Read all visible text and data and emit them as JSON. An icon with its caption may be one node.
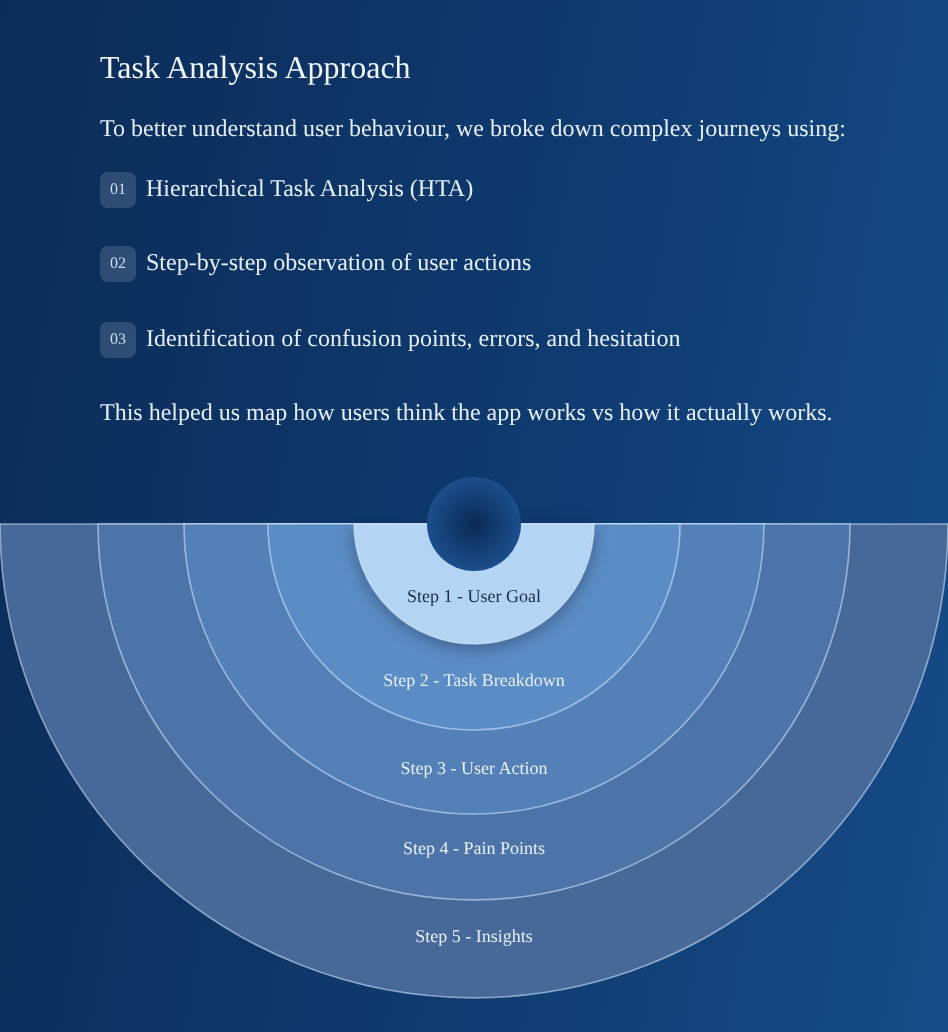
{
  "diagram": {
    "title": "Task Analysis Approach",
    "nodes": [
      {
        "text": [
          "Step 5 - Insights"
        ]
      },
      {
        "text": [
          "Step 4 - Pain Points"
        ],
        "in": 0
      },
      {
        "text": [
          "Step 3 - User Action"
        ],
        "in": 1
      },
      {
        "text": [
          "Step 2 - Task Breakdown"
        ],
        "in": 2
      },
      {
        "text": [
          "Step 1 - User Goal"
        ],
        "in": 3
      }
    ],
    "edges": [],
    "labels": [
      "To better understand user behaviour, we broke down complex journeys using:",
      "01",
      "Hierarchical Task Analysis (HTA)",
      "02",
      "Step-by-step observation of user actions",
      "03",
      "Identification of confusion points, errors, and hesitation",
      "This helped us map how users think the app works vs how it actually works."
    ]
  }
}
